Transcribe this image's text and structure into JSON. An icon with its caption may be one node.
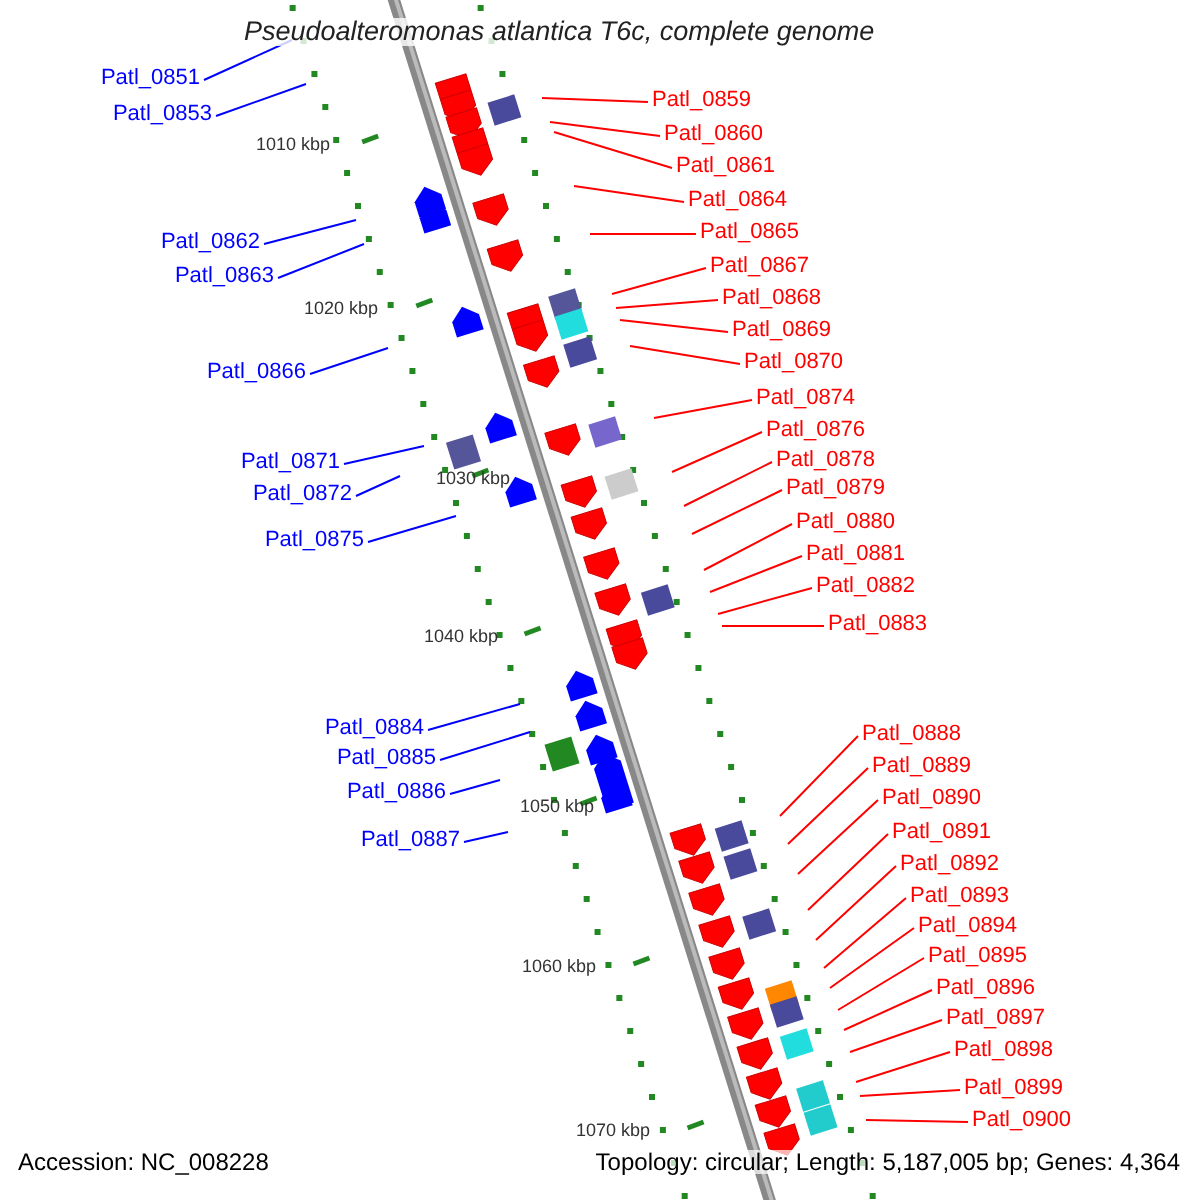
{
  "diagram": {
    "title": "Pseudoalteromonas atlantica T6c, complete genome",
    "nodes": [
      {
        "text": [
          "Patl_0851"
        ]
      },
      {
        "text": [
          "Patl_0853"
        ]
      },
      {
        "text": [
          "Patl_0862"
        ]
      },
      {
        "text": [
          "Patl_0863"
        ]
      },
      {
        "text": [
          "Patl_0866"
        ]
      },
      {
        "text": [
          "Patl_0871"
        ]
      },
      {
        "text": [
          "Patl_0872"
        ]
      },
      {
        "text": [
          "Patl_0875"
        ]
      },
      {
        "text": [
          "Patl_0884"
        ]
      },
      {
        "text": [
          "Patl_0885"
        ]
      },
      {
        "text": [
          "Patl_0886"
        ]
      },
      {
        "text": [
          "Patl_0887"
        ]
      },
      {
        "text": [
          "Patl_0859"
        ]
      },
      {
        "text": [
          "Patl_0860"
        ]
      },
      {
        "text": [
          "Patl_0861"
        ]
      },
      {
        "text": [
          "Patl_0864"
        ]
      },
      {
        "text": [
          "Patl_0865"
        ]
      },
      {
        "text": [
          "Patl_0867"
        ]
      },
      {
        "text": [
          "Patl_0868"
        ]
      },
      {
        "text": [
          "Patl_0869"
        ]
      },
      {
        "text": [
          "Patl_0870"
        ]
      },
      {
        "text": [
          "Patl_0874"
        ]
      },
      {
        "text": [
          "Patl_0876"
        ]
      },
      {
        "text": [
          "Patl_0878"
        ]
      },
      {
        "text": [
          "Patl_0879"
        ]
      },
      {
        "text": [
          "Patl_0880"
        ]
      },
      {
        "text": [
          "Patl_0881"
        ]
      },
      {
        "text": [
          "Patl_0882"
        ]
      },
      {
        "text": [
          "Patl_0883"
        ]
      },
      {
        "text": [
          "Patl_0888"
        ]
      },
      {
        "text": [
          "Patl_0889"
        ]
      },
      {
        "text": [
          "Patl_0890"
        ]
      },
      {
        "text": [
          "Patl_0891"
        ]
      },
      {
        "text": [
          "Patl_0892"
        ]
      },
      {
        "text": [
          "Patl_0893"
        ]
      },
      {
        "text": [
          "Patl_0894"
        ]
      },
      {
        "text": [
          "Patl_0895"
        ]
      },
      {
        "text": [
          "Patl_0896"
        ]
      },
      {
        "text": [
          "Patl_0897"
        ]
      },
      {
        "text": [
          "Patl_0898"
        ]
      },
      {
        "text": [
          "Patl_0899"
        ]
      },
      {
        "text": [
          "Patl_0900"
        ]
      }
    ],
    "edges": [
      {
        "from": 0,
        "to": null,
        "arrow": "none",
        "color": "#0000ff"
      },
      {
        "from": 1,
        "to": null,
        "arrow": "none",
        "color": "#0000ff"
      },
      {
        "from": 2,
        "to": null,
        "arrow": "none",
        "color": "#0000ff"
      },
      {
        "from": 3,
        "to": null,
        "arrow": "none",
        "color": "#0000ff"
      },
      {
        "from": 4,
        "to": null,
        "arrow": "none",
        "color": "#0000ff"
      },
      {
        "from": 5,
        "to": null,
        "arrow": "none",
        "color": "#0000ff"
      },
      {
        "from": 6,
        "to": null,
        "arrow": "none",
        "color": "#0000ff"
      },
      {
        "from": 7,
        "to": null,
        "arrow": "none",
        "color": "#0000ff"
      },
      {
        "from": 8,
        "to": null,
        "arrow": "none",
        "color": "#0000ff"
      },
      {
        "from": 9,
        "to": null,
        "arrow": "none",
        "color": "#0000ff"
      },
      {
        "from": 10,
        "to": null,
        "arrow": "none",
        "color": "#0000ff"
      },
      {
        "from": 11,
        "to": null,
        "arrow": "none",
        "color": "#0000ff"
      },
      {
        "from": 12,
        "to": null,
        "arrow": "none"
      },
      {
        "from": 13,
        "to": null,
        "arrow": "none"
      },
      {
        "from": 14,
        "to": null,
        "arrow": "none"
      },
      {
        "from": 15,
        "to": null,
        "arrow": "none"
      },
      {
        "from": 16,
        "to": null,
        "arrow": "none"
      },
      {
        "from": 17,
        "to": null,
        "arrow": "none"
      },
      {
        "from": 18,
        "to": null,
        "arrow": "none"
      },
      {
        "from": 19,
        "to": null,
        "arrow": "none"
      },
      {
        "from": 20,
        "to": null,
        "arrow": "none"
      },
      {
        "from": 21,
        "to": null,
        "arrow": "none"
      },
      {
        "from": 22,
        "to": null,
        "arrow": "none"
      },
      {
        "from": 23,
        "to": null,
        "arrow": "none"
      },
      {
        "from": 24,
        "to": null,
        "arrow": "none"
      },
      {
        "from": 25,
        "to": null,
        "arrow": "none"
      },
      {
        "from": 26,
        "to": null,
        "arrow": "none"
      },
      {
        "from": 27,
        "to": null,
        "arrow": "none"
      },
      {
        "from": 28,
        "to": null,
        "arrow": "none"
      },
      {
        "from": 29,
        "to": null,
        "arrow": "none"
      },
      {
        "from": 30,
        "to": null,
        "arrow": "none"
      },
      {
        "from": 31,
        "to": null,
        "arrow": "none"
      },
      {
        "from": 32,
        "to": null,
        "arrow": "none"
      },
      {
        "from": 33,
        "to": null,
        "arrow": "none"
      },
      {
        "from": 34,
        "to": null,
        "arrow": "none"
      },
      {
        "from": 35,
        "to": null,
        "arrow": "none"
      },
      {
        "from": 36,
        "to": null,
        "arrow": "none"
      },
      {
        "from": 37,
        "to": null,
        "arrow": "none"
      },
      {
        "from": 38,
        "to": null,
        "arrow": "none"
      },
      {
        "from": 39,
        "to": null,
        "arrow": "none"
      },
      {
        "from": 40,
        "to": null,
        "arrow": "none"
      },
      {
        "from": 41,
        "to": null,
        "arrow": "none"
      }
    ],
    "labels": [
      "1010 kbp",
      "1020 kbp",
      "1030 kbp",
      "1040 kbp",
      "1050 kbp",
      "1060 kbp",
      "1070 kbp",
      "Accession: NC_008228",
      "Topology: circular; Length: 5,187,005 bp; Genes: 4,364"
    ]
  }
}
